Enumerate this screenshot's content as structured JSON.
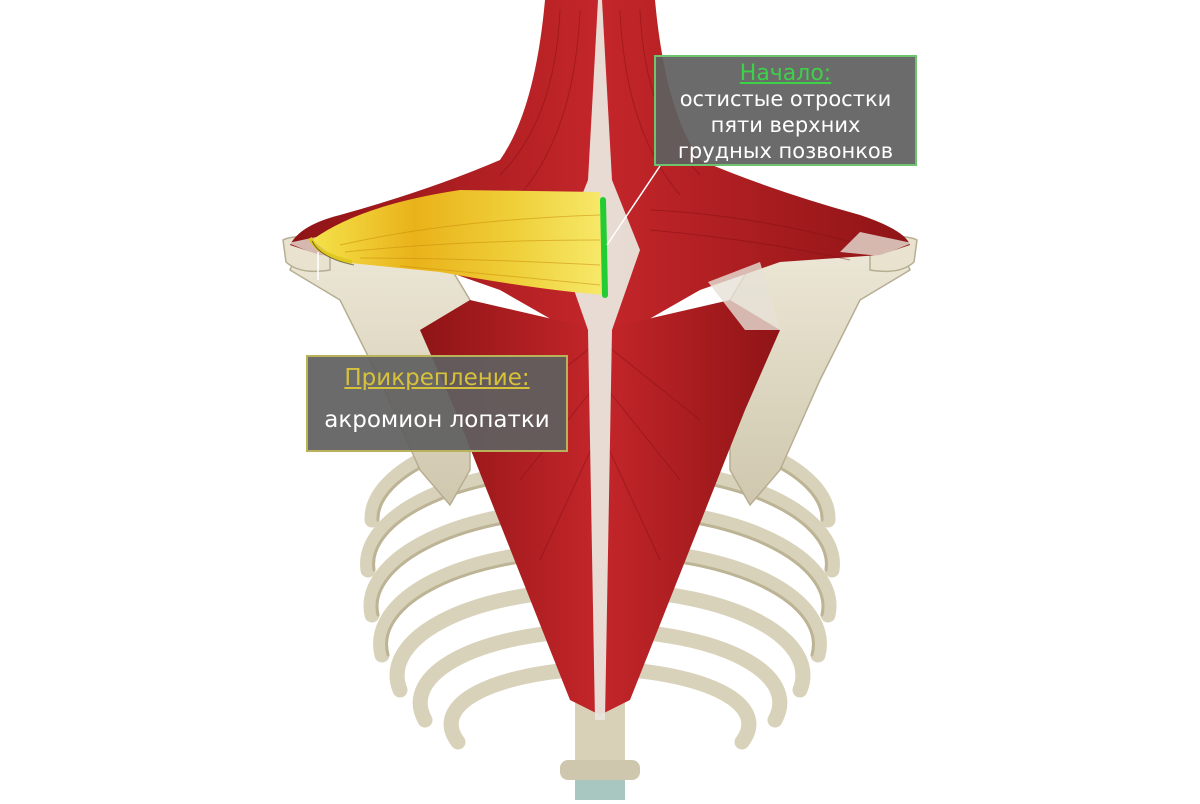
{
  "colors": {
    "muscle_red": "#b51c1f",
    "muscle_dark": "#8f1416",
    "highlight_yellow": "#f2dc3a",
    "highlight_orange": "#e4a80f",
    "bone": "#e3ddc8",
    "tendon": "#e8e6e0",
    "origin_green": "#22cc33",
    "insertion_yellow": "#e0c821",
    "label_background": "#606060",
    "origin_border": "#6fc36f",
    "insertion_border": "#b9b25a"
  },
  "labels": {
    "origin": {
      "title": "Начало:",
      "lines": [
        "остистые отростки",
        "пяти верхних",
        "грудных позвонков"
      ],
      "title_color": "#3fd04a"
    },
    "insertion": {
      "title": "Прикрепление:",
      "body": "акромион лопатки",
      "title_color": "#d6c23a"
    }
  }
}
